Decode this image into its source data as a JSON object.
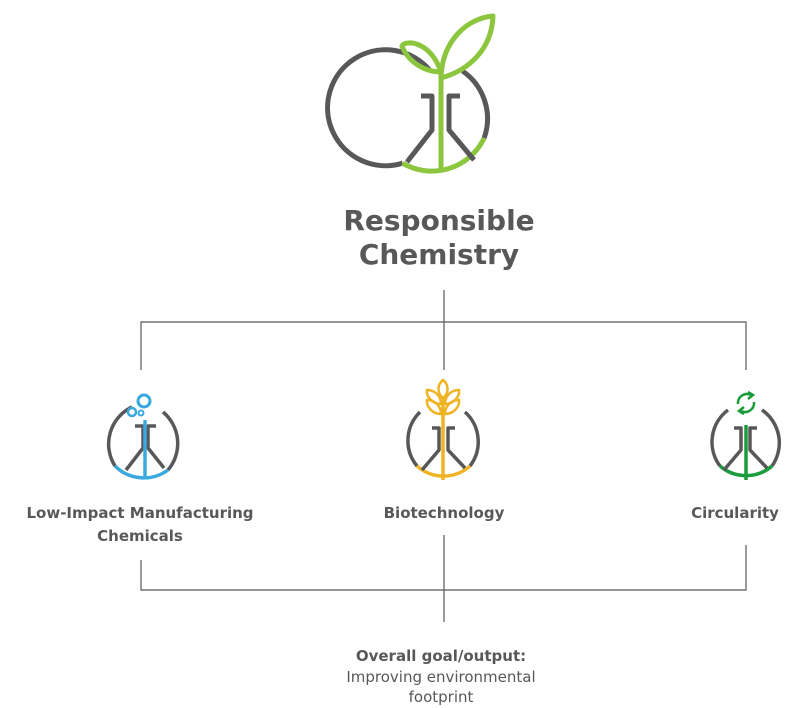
{
  "title": {
    "line1": "Responsible",
    "line2": "Chemistry"
  },
  "branches": [
    {
      "label_line1": "Low-Impact Manufacturing",
      "label_line2": "Chemicals",
      "icon": "bubbles-flask-icon",
      "color": "#3aa9e0"
    },
    {
      "label_line1": "Biotechnology",
      "icon": "wheat-flask-icon",
      "color": "#f0b323"
    },
    {
      "label_line1": "Circularity",
      "icon": "recycle-flask-icon",
      "color": "#1a9c3c"
    }
  ],
  "main_icon": {
    "icon": "sprout-flask-icon",
    "color": "#8cc63f"
  },
  "outline_color": "#58585a",
  "goal": {
    "heading": "Overall goal/output:",
    "line1": "Improving environmental",
    "line2": "footprint"
  }
}
